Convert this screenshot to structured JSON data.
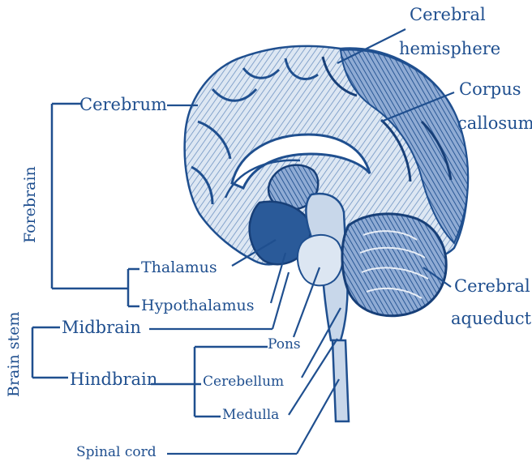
{
  "colors": {
    "ink": "#1f4f8f",
    "ink_dark": "#173f78",
    "ink_light": "#b9cbe3",
    "paper": "#ffffff"
  },
  "labels": {
    "cerebral_hemisphere_1": "Cerebral",
    "cerebral_hemisphere_2": "hemisphere",
    "corpus_callosum_1": "Corpus",
    "corpus_callosum_2": "callosum",
    "cerebrum": "Cerebrum",
    "forebrain": "Forebrain",
    "thalamus": "Thalamus",
    "hypothalamus": "Hypothalamus",
    "brain_stem": "Brain stem",
    "midbrain": "Midbrain",
    "hindbrain": "Hindbrain",
    "pons": "Pons",
    "cerebellum": "Cerebellum",
    "medulla": "Medulla",
    "spinal_cord": "Spinal cord",
    "cerebral_aqueduct_1": "Cerebral",
    "cerebral_aqueduct_2": "aqueduct"
  }
}
